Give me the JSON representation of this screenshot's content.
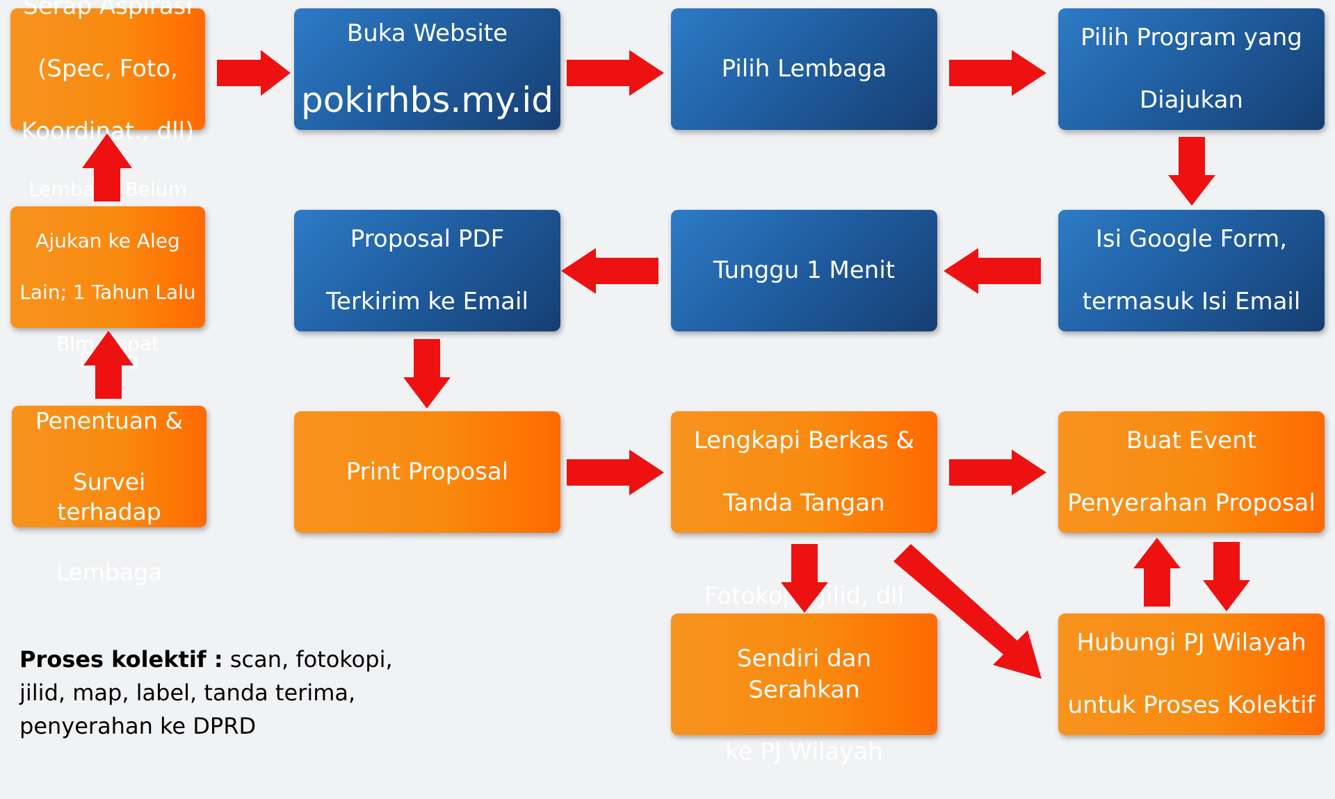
{
  "diagram": {
    "nodes": [
      {
        "id": "serap",
        "lines": [
          "Serap Aspirasi",
          "(Spec, Foto,",
          "Koordinat., dll)"
        ]
      },
      {
        "id": "lembaga-belum",
        "lines": [
          "Lembaga Belum",
          "Ajukan ke Aleg",
          "Lain; 1 Tahun Lalu",
          "Blm Dapat"
        ]
      },
      {
        "id": "dpra",
        "lines": [
          "DPRa",
          "Penentuan &",
          "Survei terhadap",
          "Lembaga"
        ]
      },
      {
        "id": "buka-website",
        "title": "Buka Website",
        "url": "pokirhbs.my.id"
      },
      {
        "id": "pilih-lembaga",
        "lines": [
          "Pilih Lembaga"
        ]
      },
      {
        "id": "pilih-program",
        "lines": [
          "Pilih Program yang",
          "Diajukan"
        ]
      },
      {
        "id": "isi-google-form",
        "lines": [
          "Isi Google Form,",
          "termasuk Isi Email"
        ]
      },
      {
        "id": "tunggu",
        "lines": [
          "Tunggu 1 Menit"
        ]
      },
      {
        "id": "proposal-pdf",
        "lines": [
          "Proposal PDF",
          "Terkirim ke Email"
        ]
      },
      {
        "id": "print-proposal",
        "lines": [
          "Print Proposal"
        ]
      },
      {
        "id": "lengkapi-berkas",
        "lines": [
          "Lengkapi Berkas &",
          "Tanda Tangan"
        ]
      },
      {
        "id": "buat-event",
        "lines": [
          "Buat Event",
          "Penyerahan Proposal"
        ]
      },
      {
        "id": "fotokopi",
        "lines": [
          "Fotokopi, Jilid, dll",
          "Sendiri dan Serahkan",
          "ke PJ Wilayah"
        ]
      },
      {
        "id": "hubungi-pj",
        "lines": [
          "Hubungi PJ Wilayah",
          "untuk Proses Kolektif"
        ]
      }
    ],
    "note": {
      "bold": "Proses kolektif :",
      "lines": [
        " scan, fotokopi,",
        "jilid, map, label,  tanda terima,",
        "penyerahan ke DPRD"
      ]
    },
    "colors": {
      "orange_start": "#f7931e",
      "orange_end": "#ff6a00",
      "blue_start": "#2d7bc6",
      "blue_end": "#163e72",
      "arrow": "#ee1111",
      "background": "#f1f2f4"
    }
  }
}
